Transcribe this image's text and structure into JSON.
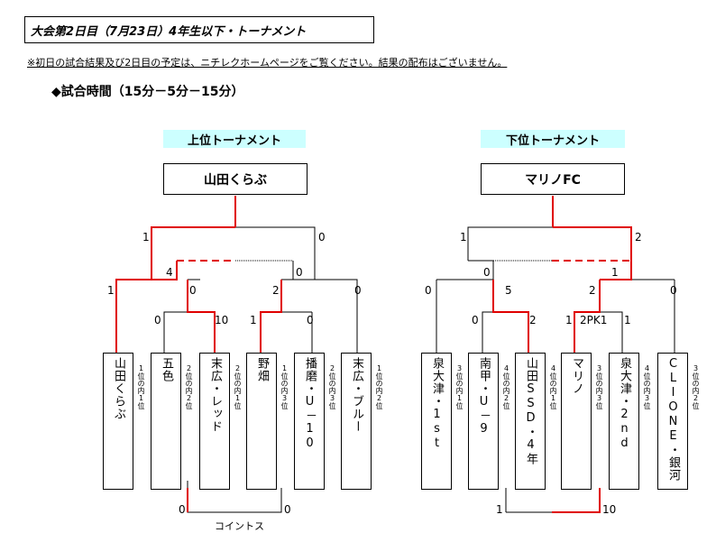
{
  "header": {
    "title": "大会第2日目（7月23日）4年生以下・トーナメント",
    "notice": "※初日の試合結果及び2日目の予定は、ニチレクホームページをご覧ください。結果の配布はございません。",
    "timing": "◆試合時間（15分－5分－15分）"
  },
  "upper": {
    "heading": "上位トーナメント",
    "winner": "山田くらぶ",
    "teams": [
      {
        "name": "山田くらぶ",
        "rank": "1位の内1位"
      },
      {
        "name": "五色",
        "rank": "2位の内2位"
      },
      {
        "name": "末広・レッド",
        "rank": "2位の内1位"
      },
      {
        "name": "野畑",
        "rank": "1位の内3位"
      },
      {
        "name": "播磨・U－10",
        "rank": "2位の内3位"
      },
      {
        "name": "末広・ブルー",
        "rank": "1位の内2位"
      }
    ],
    "scores": {
      "final_left": "1",
      "final_right": "0",
      "semi_left": "4",
      "semi_right": "0",
      "r1_a": "1",
      "r1_b": "0",
      "r1_c": "2",
      "r1_d": "0",
      "q_a": "0",
      "q_b": "10",
      "q_c": "1",
      "q_d": "0",
      "coin_left": "0",
      "coin_right": "0"
    },
    "coin_toss": "コイントス"
  },
  "lower": {
    "heading": "下位トーナメント",
    "winner": "マリノFC",
    "teams": [
      {
        "name": "泉大津・1st",
        "rank": "3位の内1位"
      },
      {
        "name": "南甲・U－9",
        "rank": "4位の内2位"
      },
      {
        "name": "山田SSD・4年",
        "rank": "4位の内1位"
      },
      {
        "name": "マリノ",
        "rank": "3位の内3位"
      },
      {
        "name": "泉大津・2nd",
        "rank": "4位の内3位"
      },
      {
        "name": "CLIONE・銀河",
        "rank": "3位の内2位"
      }
    ],
    "scores": {
      "final_left": "1",
      "final_right": "2",
      "semi_left": "0",
      "semi_right": "1",
      "r1_a": "0",
      "r1_b": "5",
      "r1_c": "2",
      "r1_d": "0",
      "q_a": "0",
      "q_b": "2",
      "q_c": "1",
      "q_c_pk": "2PK1",
      "q_d": "1",
      "bottom_left": "1",
      "bottom_right": "10"
    }
  },
  "colors": {
    "win_line": "#e00000",
    "line": "#000000",
    "heading_bg": "#ccffff"
  }
}
